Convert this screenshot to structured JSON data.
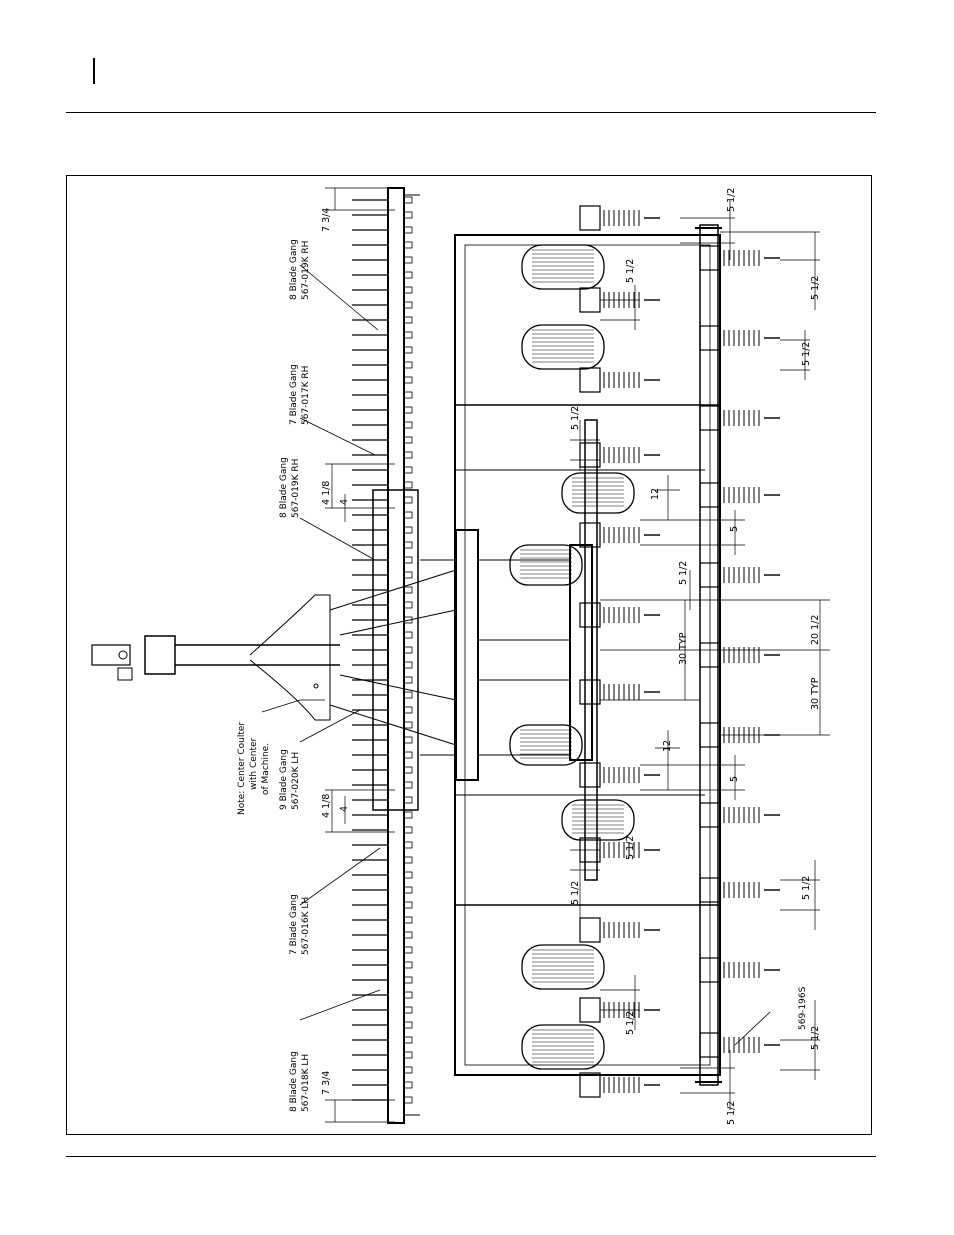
{
  "figure": {
    "labels": {
      "gang_rh_8_top": "8 Blade Gang",
      "gang_rh_8_part": "567-019K RH",
      "gang_rh_7": "7 Blade Gang",
      "gang_rh_7_part": "567-017K RH",
      "gang_rh_8_mid": "8 Blade Gang",
      "gang_rh_8_mid_part": "567-019K RH",
      "note_line1": "Note: Center Coulter",
      "note_line2": "with Center",
      "note_line3": "of Machine.",
      "gang_9": "9 Blade Gang",
      "gang_9_part": "567-020K LH",
      "gang_lh_7": "7 Blade Gang",
      "gang_lh_7_part": "567-016K LH",
      "gang_lh_8": "8 Blade Gang",
      "gang_lh_8_part": "567-018K LH",
      "part_569": "569-196S"
    },
    "dimensions": {
      "d_7_3_4_top": "7 3/4",
      "d_4_1_8_top": "4 1/8",
      "d_4_top": "4",
      "d_4_1_8_bot": "4 1/8",
      "d_4_bot": "4",
      "d_7_3_4_bot": "7 3/4",
      "d_5_1_2_a": "5 1/2",
      "d_5_1_2_b": "5 1/2",
      "d_5_1_2_c": "5 1/2",
      "d_5_1_2_d": "5 1/2",
      "d_5_1_2_e": "5 1/2",
      "d_5_1_2_f": "5 1/2",
      "d_5_1_2_g": "5 1/2",
      "d_5_1_2_h": "5 1/2",
      "d_5_1_2_i": "5 1/2",
      "d_5_1_2_j": "5 1/2",
      "d_5_1_2_k": "5 1/2",
      "d_5_1_2_l": "5 1/2",
      "d_5_a": "5",
      "d_5_b": "5",
      "d_12_a": "12",
      "d_12_b": "12",
      "d_30_typ_a": "30 TYP",
      "d_30_typ_b": "30 TYP",
      "d_20_1_2": "20 1/2"
    }
  }
}
